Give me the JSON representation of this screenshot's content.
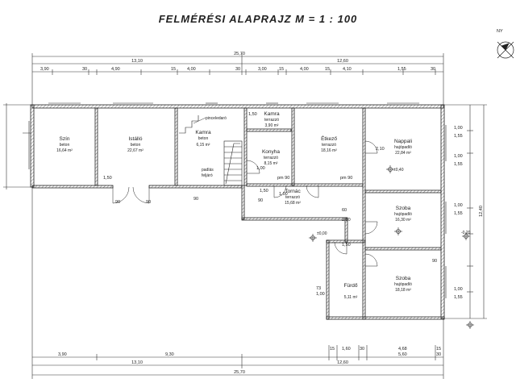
{
  "title": "FELMÉRÉSI ALAPRAJZ M = 1 : 100",
  "colors": {
    "line": "#222222",
    "hatch": "#555555",
    "background": "#ffffff"
  },
  "north_arrow": {
    "label": "NY",
    "icon": "compass-icon"
  },
  "rooms": [
    {
      "key": "szin",
      "name": "Szín",
      "floor": "beton",
      "area": "16,64 m²"
    },
    {
      "key": "istallo",
      "name": "Istálló",
      "floor": "beton",
      "area": "22,67 m²"
    },
    {
      "key": "kamra1",
      "name": "Kamra",
      "floor": "beton",
      "area": "6,15 m²"
    },
    {
      "key": "kamra2",
      "name": "Kamra",
      "floor": "terrazzó",
      "area": "3,90 m²"
    },
    {
      "key": "konyha",
      "name": "Konyha",
      "floor": "terrazzó",
      "area": "8,15 m²"
    },
    {
      "key": "etkezo",
      "name": "Étkező",
      "floor": "terrazzó",
      "area": "18,16 m²"
    },
    {
      "key": "nappali",
      "name": "Nappali",
      "floor": "hajópadló",
      "area": "22,84 m²"
    },
    {
      "key": "tornac",
      "name": "Tornác",
      "floor": "terrazzó",
      "area": "15,68 m²"
    },
    {
      "key": "szoba1",
      "name": "Szoba",
      "floor": "hajópadló",
      "area": "16,30 m²"
    },
    {
      "key": "szoba2",
      "name": "Szoba",
      "floor": "hajópadló",
      "area": "18,18 m²"
    },
    {
      "key": "furdo",
      "name": "Fürdő",
      "floor": "",
      "area": "5,11 m²"
    }
  ],
  "annotations": {
    "pinceledaro": "pinceledaró",
    "padlas": "padlás",
    "feljaro": "feljáró",
    "lvl1": "±0,40",
    "lvl2": "±0,00",
    "lvl3": "-0,20"
  },
  "dims_top_total": "25,70",
  "dims_top_mid": [
    "13,10",
    "12,60"
  ],
  "dims_top_detail": [
    "3,90",
    "30",
    "4,90",
    "15",
    "4,00",
    "30",
    "3,00",
    "15",
    "4,00",
    "15",
    "4,10",
    "1,55",
    "30"
  ],
  "dims_bottom_detail": [
    "3,90",
    "9,30",
    "15",
    "1,60",
    "30",
    "4,68",
    "15",
    "5,60",
    "30"
  ],
  "dims_bottom_mid": [
    "13,10",
    "12,60"
  ],
  "dims_bottom_total": "25,70",
  "dims_right": [
    "1,00",
    "1,55",
    "1,00",
    "1,55",
    "1,00",
    "1,55",
    "1,00",
    "1,55"
  ],
  "dims_right_total": "12,40",
  "misc_labels": [
    "90",
    "90",
    "90",
    "90",
    "pm 90",
    "pm 90",
    "1,50",
    "73",
    "1,00",
    "1,00",
    "2,10",
    "2,10",
    "1,00",
    "90",
    "1,50",
    "1,50",
    "60",
    "1,50"
  ]
}
